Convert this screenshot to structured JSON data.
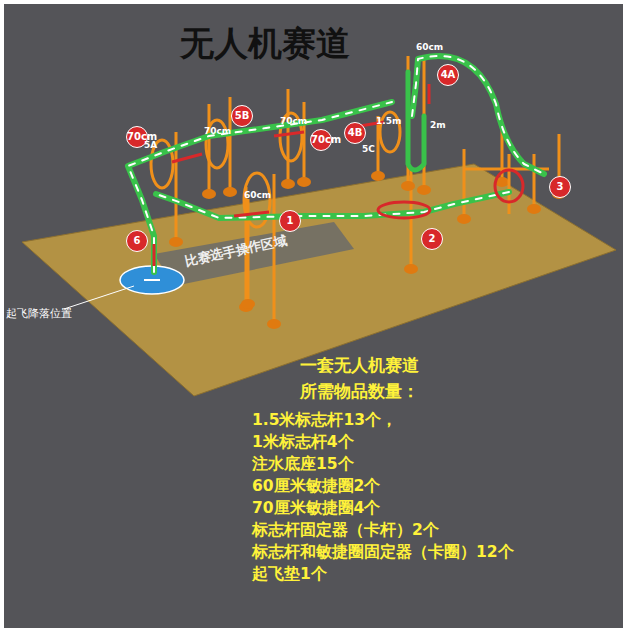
{
  "diagram": {
    "title": "无人机赛道",
    "labels": [
      "60cm",
      "4A",
      "2m",
      "5B",
      "70cm",
      "70cm",
      "4B",
      "1.5m",
      "5C",
      "70cm",
      "5A",
      "70cm",
      "60cm",
      "1",
      "2",
      "3",
      "6",
      "比赛选手操作区域",
      "起飞降落位置",
      "一套无人机赛道",
      "所需物品数量：",
      "1.5米标志杆13个，",
      "1米标志杆4个",
      "注水底座15个",
      "60厘米敏捷圈2个",
      "70厘米敏捷圈4个",
      "标志杆固定器（卡杆）2个",
      "标志杆和敏捷圈固定器（卡圈）12个",
      "起飞垫1个"
    ]
  }
}
